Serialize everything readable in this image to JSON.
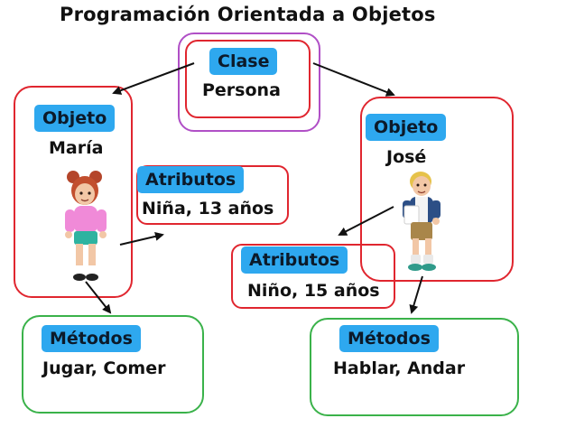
{
  "title": "Programación Orientada a Objetos",
  "clase": {
    "tag": "Clase",
    "name": "Persona"
  },
  "objeto_maria": {
    "tag": "Objeto",
    "name": "María"
  },
  "objeto_jose": {
    "tag": "Objeto",
    "name": "José"
  },
  "atributos_maria": {
    "tag": "Atributos",
    "value": "Niña, 13 años"
  },
  "atributos_jose": {
    "tag": "Atributos",
    "value": "Niño, 15 años"
  },
  "metodos_maria": {
    "tag": "Métodos",
    "value": "Jugar, Comer"
  },
  "metodos_jose": {
    "tag": "Métodos",
    "value": "Hablar, Andar"
  },
  "colors": {
    "tag_bg": "#2ea8ef",
    "object_border": "#e0262f",
    "class_outer_border": "#b04fc6",
    "methods_border": "#3ab24a"
  },
  "icons": [
    "girl-figure-icon",
    "boy-figure-icon"
  ]
}
